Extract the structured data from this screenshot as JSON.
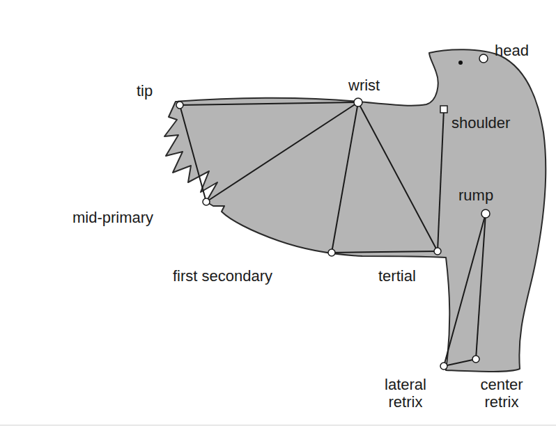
{
  "diagram": {
    "labels": [
      "head",
      "tip",
      "wrist",
      "shoulder",
      "rump",
      "mid-primary",
      "first secondary",
      "tertial",
      "lateral retrix",
      "center retrix"
    ]
  }
}
